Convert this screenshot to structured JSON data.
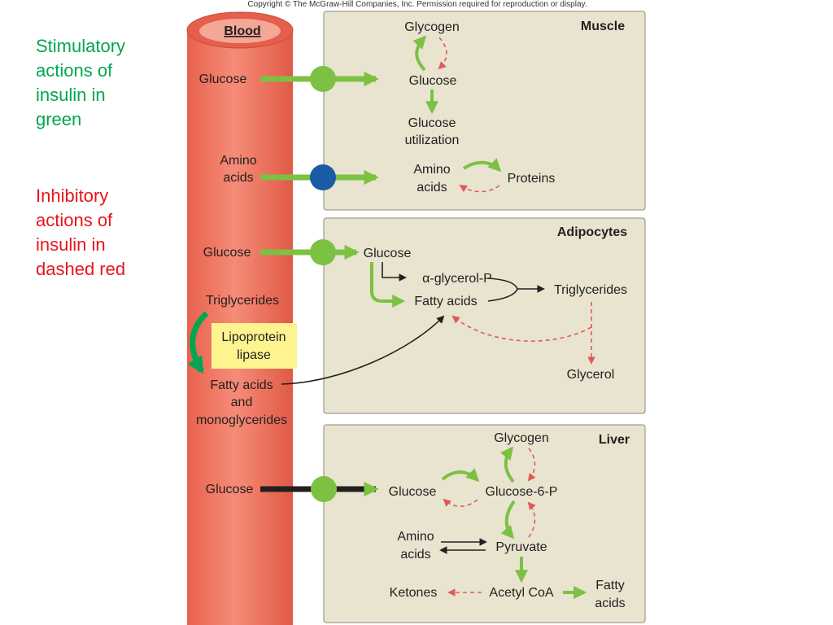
{
  "copyright": "Copyright © The McGraw-Hill Companies, Inc. Permission required for reproduction or display.",
  "legend": {
    "stimulatory": [
      "Stimulatory",
      "actions of",
      "insulin in",
      "green"
    ],
    "inhibitory": [
      "Inhibitory",
      "actions of",
      "insulin in",
      "dashed red"
    ]
  },
  "colors": {
    "stimulatory": "#7cc142",
    "inhibitory": "#e05a5a",
    "blood_vessel": "#f27c67",
    "panel": "#e8e4cf",
    "lipase_box": "#fdf48f",
    "amino_receptor": "#1b5aa6"
  },
  "blood": {
    "title": "Blood",
    "glucose_muscle": "Glucose",
    "amino_acids": [
      "Amino",
      "acids"
    ],
    "glucose_adipocytes": "Glucose",
    "triglycerides": "Triglycerides",
    "lipoprotein_lipase": [
      "Lipoprotein",
      "lipase"
    ],
    "fatty_acids_mono": [
      "Fatty acids",
      "and",
      "monoglycerides"
    ],
    "glucose_liver": "Glucose"
  },
  "muscle": {
    "title": "Muscle",
    "glycogen": "Glycogen",
    "glucose": "Glucose",
    "glucose_utilization": [
      "Glucose",
      "utilization"
    ],
    "amino_acids": [
      "Amino",
      "acids"
    ],
    "proteins": "Proteins"
  },
  "adipocytes": {
    "title": "Adipocytes",
    "glucose": "Glucose",
    "alpha_glycerol_p": "α-glycerol-P",
    "fatty_acids": "Fatty acids",
    "triglycerides": "Triglycerides",
    "glycerol": "Glycerol"
  },
  "liver": {
    "title": "Liver",
    "glycogen": "Glycogen",
    "glucose": "Glucose",
    "glucose_6_p": "Glucose-6-P",
    "amino_acids": [
      "Amino",
      "acids"
    ],
    "pyruvate": "Pyruvate",
    "ketones": "Ketones",
    "acetyl_coa": "Acetyl CoA",
    "fatty_acids": [
      "Fatty",
      "acids"
    ]
  }
}
